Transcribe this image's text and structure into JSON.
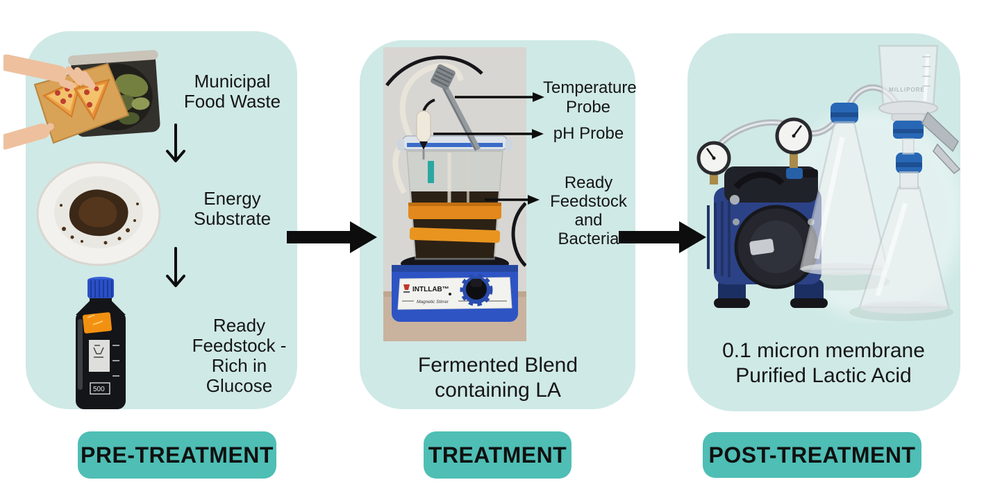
{
  "colors": {
    "panel_background": "#cfe9e6",
    "badge_background": "#4fbeb5",
    "text": "#161616",
    "arrow": "#0d0d0d"
  },
  "pre_panel": {
    "badge": "PRE-TREATMENT",
    "labels": {
      "municipal": [
        "Municipal",
        "Food Waste"
      ],
      "energy": [
        "Energy",
        "Substrate"
      ],
      "ready": [
        "Ready",
        "Feedstock -",
        "Rich in",
        "Glucose"
      ]
    },
    "bottle_text": "500"
  },
  "treatment_panel": {
    "badge": "TREATMENT",
    "caption": [
      "Fermented Blend",
      "containing LA"
    ],
    "annotations": {
      "temperature": [
        "Temperature",
        "Probe"
      ],
      "ph": "pH Probe",
      "feedstock": [
        "Ready",
        "Feedstock and",
        "Bacteria"
      ]
    },
    "stirrer": {
      "brand": "INTLLAB™",
      "model": "Magnetic Stirrer"
    }
  },
  "post_panel": {
    "badge": "POST-TREATMENT",
    "caption": [
      "0.1 micron membrane",
      "Purified Lactic Acid"
    ],
    "funnel_text": "MILLIPORE"
  }
}
